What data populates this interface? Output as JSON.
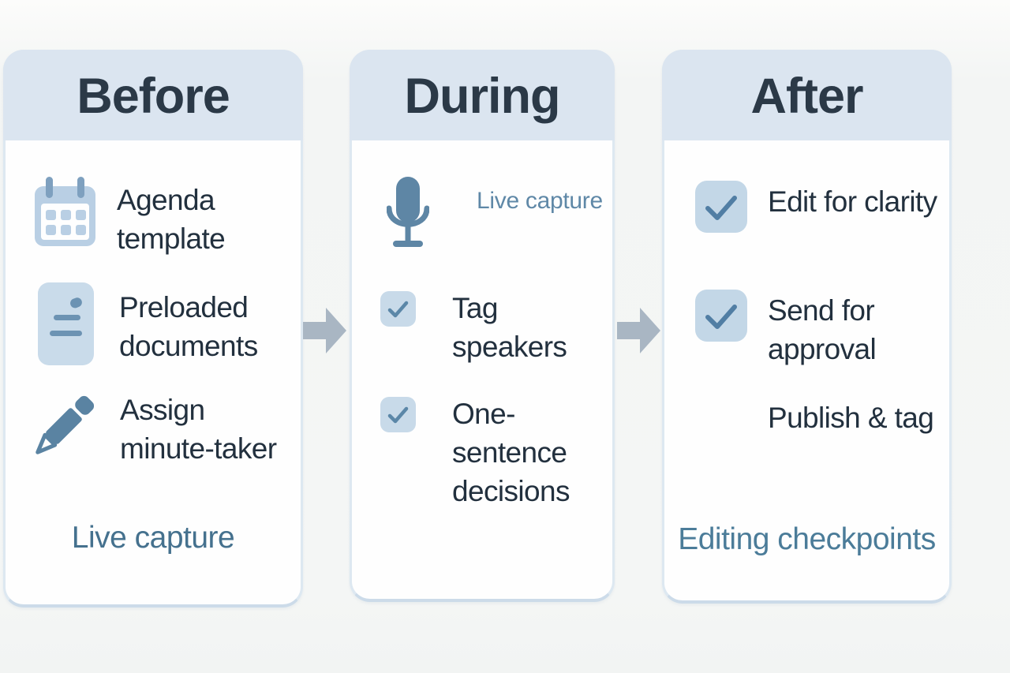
{
  "diagram": {
    "title_semantics": "meeting-minutes-workflow",
    "colors": {
      "header_bg": "#dbe5f0",
      "card_body_bg": "#fefefe",
      "card_border": "#ccdbe9",
      "title_text": "#2b3947",
      "item_text": "#22303e",
      "steel_blue_text": "#45718e",
      "icon_steel_blue": "#5e86a5",
      "icon_light_blue": "#c6d9e8",
      "arrow_gray": "#a9b6c3"
    },
    "cards": {
      "before": {
        "title": "Before",
        "items": [
          {
            "icon": "calendar-icon",
            "label": "Agenda template"
          },
          {
            "icon": "document-icon",
            "label": "Preloaded documents"
          },
          {
            "icon": "pencil-icon",
            "label": "Assign minute-taker"
          }
        ],
        "footer": "Live capture"
      },
      "during": {
        "title": "During",
        "mic": {
          "icon": "microphone-icon",
          "label": "Live capture"
        },
        "items": [
          {
            "icon": "checkbox-checked-icon",
            "label": "Tag speakers"
          },
          {
            "icon": "checkbox-checked-icon",
            "label": "One-sentence decisions"
          }
        ]
      },
      "after": {
        "title": "After",
        "items": [
          {
            "icon": "checkbox-checked-icon",
            "label": "Edit for clarity"
          },
          {
            "icon": "checkbox-checked-icon",
            "label": "Send for approval"
          },
          {
            "icon": "none",
            "label": "Publish & tag"
          }
        ],
        "footer": "Editing checkpoints"
      }
    },
    "arrows": [
      {
        "name": "arrow-before-to-during",
        "direction": "right"
      },
      {
        "name": "arrow-during-to-after",
        "direction": "right"
      }
    ]
  }
}
